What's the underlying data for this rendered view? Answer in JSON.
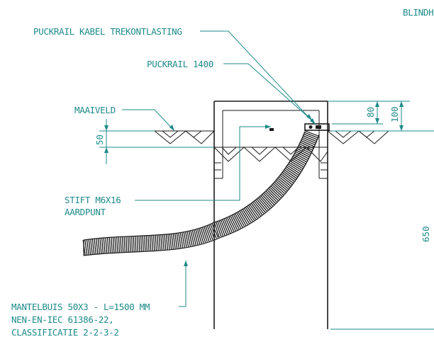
{
  "labels": {
    "blind": "BLINDH",
    "puckrail_kabel": "PUCKRAIL KABEL TREKONTLASTING",
    "puckrail_1400": "PUCKRAIL 1400",
    "maaiveld": "MAAIVELD",
    "stift_line1": "STIFT M6X16",
    "stift_line2": "AARDPUNT",
    "mantelbuis_line1": "MANTELBUIS 50X3 - L=1500 MM",
    "mantelbuis_line2": "NEN-EN-IEC 61386-22,",
    "mantelbuis_line3": "CLASSIFICATIE 2-2-3-2"
  },
  "dimensions": {
    "d50": "50",
    "d80": "80",
    "d100": "100",
    "d650": "650"
  },
  "colors": {
    "annotation": "#1f8a8a",
    "drawing": "#1a1a1a"
  }
}
